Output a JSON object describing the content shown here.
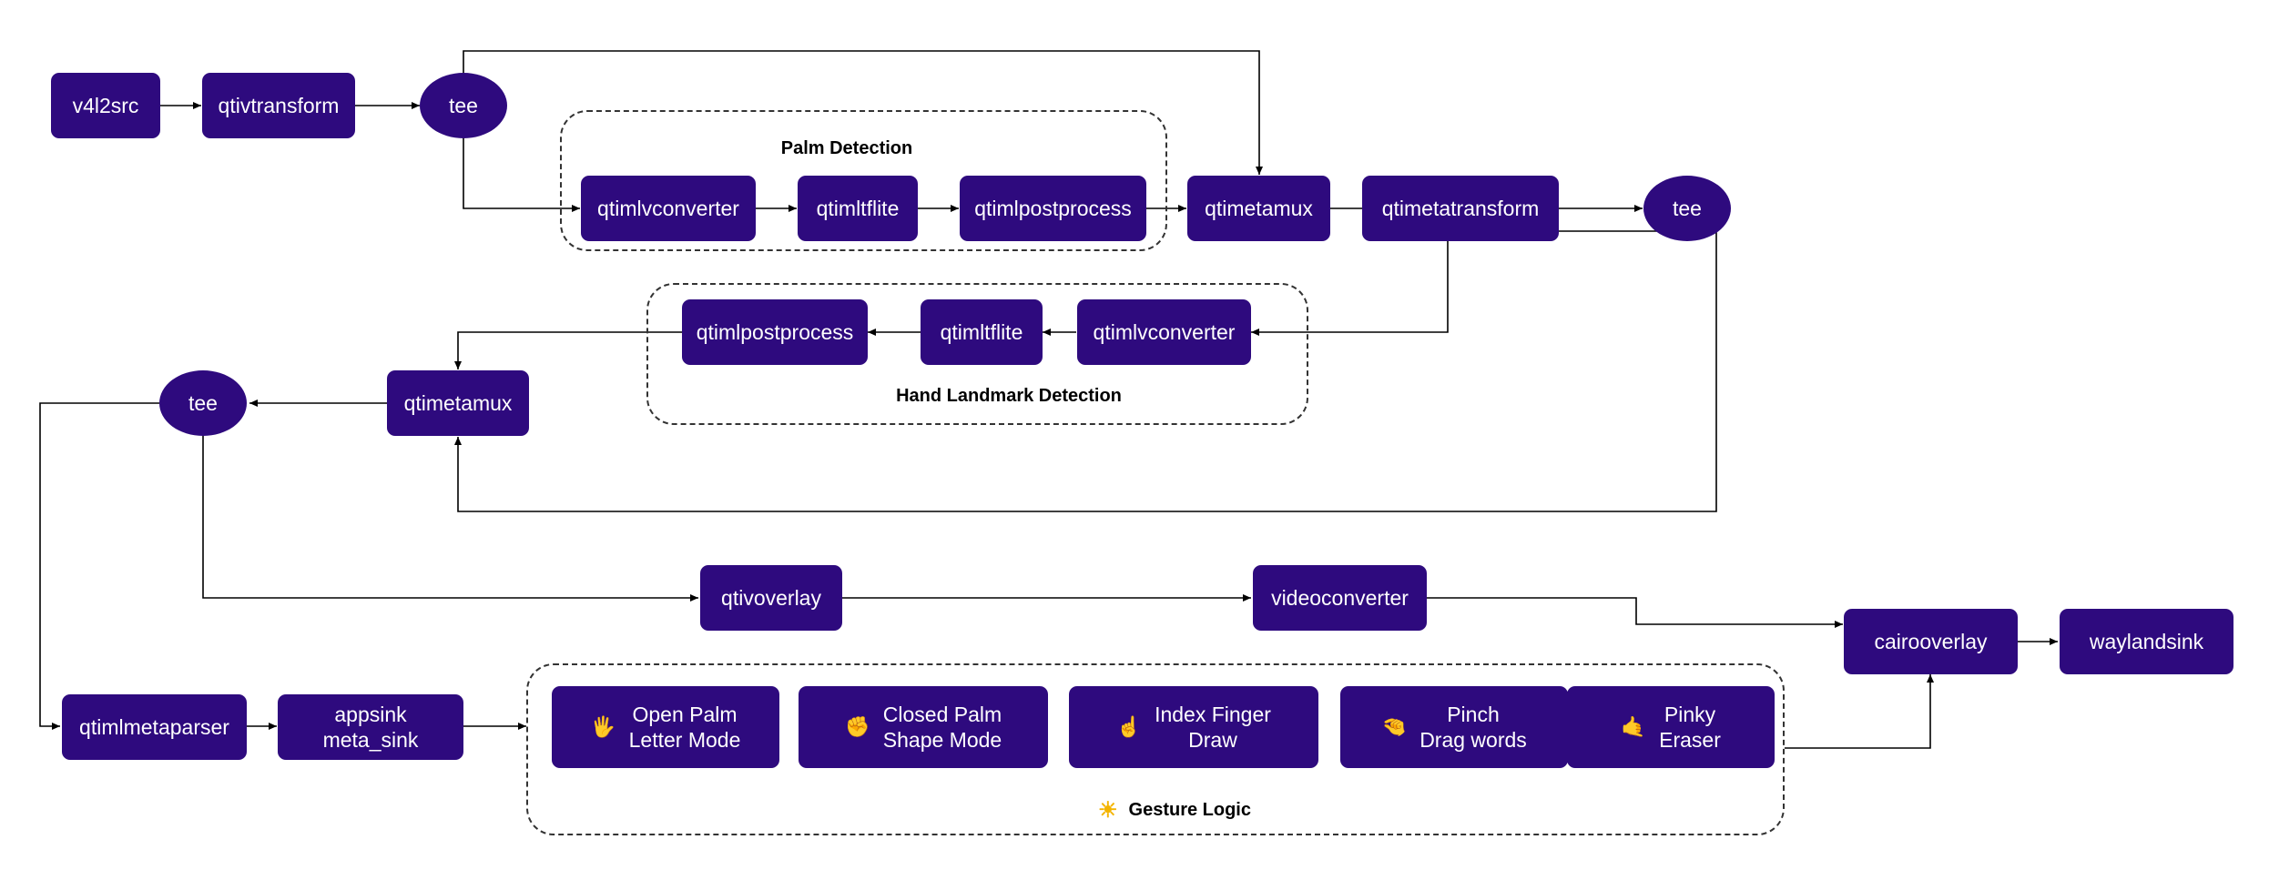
{
  "nodes": {
    "v4l2src": "v4l2src",
    "qtivtransform": "qtivtransform",
    "tee1": "tee",
    "palm_qtimlvconverter": "qtimlvconverter",
    "palm_qtimltflite": "qtimltflite",
    "palm_qtimlpostprocess": "qtimlpostprocess",
    "qtimetamux1": "qtimetamux",
    "qtimetatransform": "qtimetatransform",
    "tee2": "tee",
    "hand_qtimlpostprocess": "qtimlpostprocess",
    "hand_qtimltflite": "qtimltflite",
    "hand_qtimlvconverter": "qtimlvconverter",
    "qtimetamux2": "qtimetamux",
    "tee3": "tee",
    "qtivoverlay": "qtivoverlay",
    "videoconverter": "videoconverter",
    "cairooverlay": "cairooverlay",
    "waylandsink": "waylandsink",
    "qtimlmetaparser": "qtimlmetaparser",
    "appsink_line1": "appsink",
    "appsink_line2": "meta_sink"
  },
  "gestures": [
    {
      "emoji": "🖐",
      "line1": "Open Palm",
      "line2": "Letter Mode"
    },
    {
      "emoji": "✊",
      "line1": "Closed Palm",
      "line2": "Shape Mode"
    },
    {
      "emoji": "☝",
      "line1": "Index Finger",
      "line2": "Draw"
    },
    {
      "emoji": "🤏",
      "line1": "Pinch",
      "line2": "Drag words"
    },
    {
      "emoji": "🤙",
      "line1": "Pinky",
      "line2": "Eraser"
    }
  ],
  "groups": {
    "palm_detection": "Palm Detection",
    "hand_landmark": "Hand Landmark Detection",
    "gesture_logic": "Gesture Logic",
    "gesture_logic_icon": "☀"
  },
  "colors": {
    "node_fill": "#2e0a7e",
    "node_text": "#ffffff",
    "edge": "#000000",
    "group_border": "#333333",
    "gesture_icon": "#f4b400"
  }
}
